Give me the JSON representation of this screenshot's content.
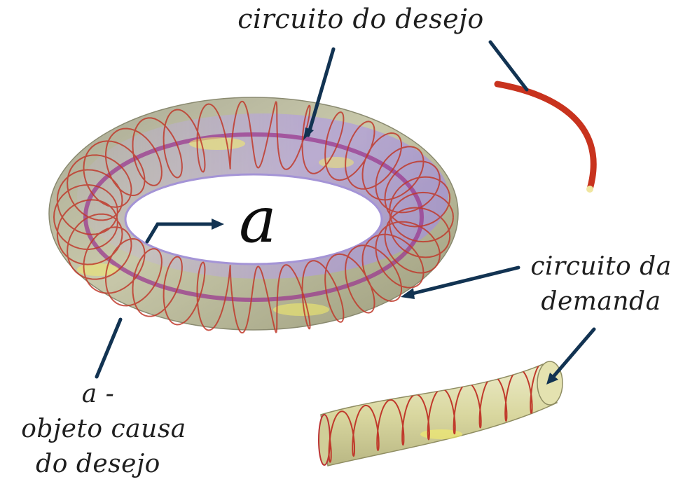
{
  "labels": {
    "desire_circuit": "circuito do desejo",
    "demand_circuit_line1": "circuito da",
    "demand_circuit_line2": "demanda",
    "object_a": "a",
    "object_cause_line1": "a -",
    "object_cause_line2": "objeto causa",
    "object_cause_line3": "do desejo"
  },
  "colors": {
    "background": "#ffffff",
    "torus_body": "#b9b99a",
    "torus_inner_violet": "#b9a3e6",
    "coil": "#c0392b",
    "desire_line": "#9b3a8f",
    "highlight": "#f5ee6a",
    "arrow": "#123352"
  },
  "icons": [
    "torus-icon",
    "coil-icon",
    "tube-segment-icon",
    "red-curve-icon",
    "arrow-icon"
  ]
}
